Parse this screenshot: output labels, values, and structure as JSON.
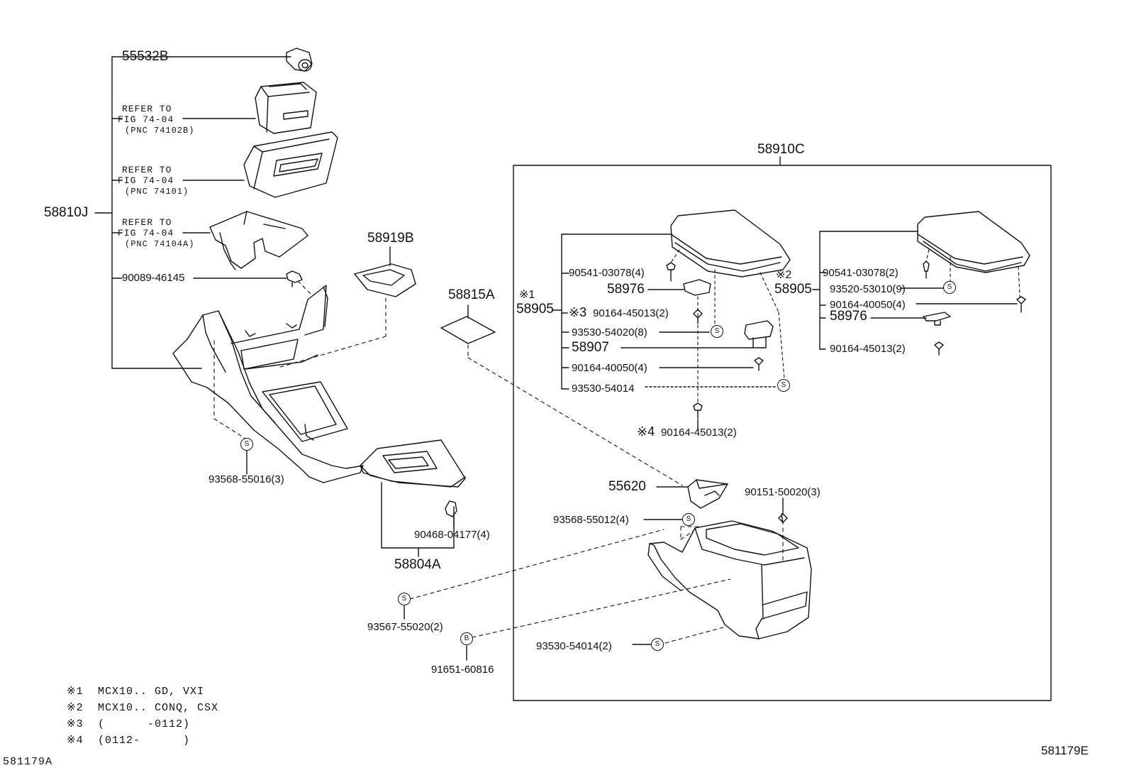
{
  "left_group": {
    "bracket_label": "58810J",
    "p55532b": "55532B",
    "refer1": {
      "line1": "REFER TO",
      "line2": "FIG 74-04",
      "line3": "(PNC 74102B)"
    },
    "refer2": {
      "line1": "REFER TO",
      "line2": "FIG 74-04",
      "line3": "(PNC 74101)"
    },
    "refer3": {
      "line1": "REFER TO",
      "line2": "FIG 74-04",
      "line3": "(PNC 74104A)"
    },
    "p90089": "90089-46145",
    "p93568_55016": "93568-55016(3)"
  },
  "center_group": {
    "p58919b": "58919B",
    "p58815a": "58815A",
    "p90468": "90468-04177(4)",
    "p58804a": "58804A",
    "p93567": "93567-55020(2)",
    "p91651": "91651-60816"
  },
  "box_group": {
    "box_label": "58910C",
    "sub1": {
      "mark": "※1",
      "label": "58905",
      "p90541": "90541-03078(4)",
      "p58976": "58976",
      "p90164_45013_mark": "※3",
      "p90164_45013": "90164-45013(2)",
      "p93530_54020": "93530-54020(8)",
      "p58907": "58907",
      "p90164_40050": "90164-40050(4)",
      "p93530_54014": "93530-54014",
      "p4_mark": "※4",
      "p4_part": "90164-45013(2)"
    },
    "sub2": {
      "mark": "※2",
      "label": "58905",
      "p90541": "90541-03078(2)",
      "p93520": "93520-53010(9)",
      "p90164_40050": "90164-40050(4)",
      "p58976": "58976",
      "p90164_45013": "90164-45013(2)"
    },
    "p55620": "55620",
    "p90151": "90151-50020(3)",
    "p93568_55012": "93568-55012(4)",
    "p93530_54014_2": "93530-54014(2)"
  },
  "symbols": {
    "s": "S",
    "b": "B"
  },
  "notes": [
    {
      "mark": "※1",
      "text": "MCX10.. GD, VXI"
    },
    {
      "mark": "※2",
      "text": "MCX10.. CONQ, CSX"
    },
    {
      "mark": "※3",
      "text": "(      -0112)"
    },
    {
      "mark": "※4",
      "text": "(0112-      )"
    }
  ],
  "footer": {
    "left_code": "581179A",
    "right_code": "581179E"
  }
}
